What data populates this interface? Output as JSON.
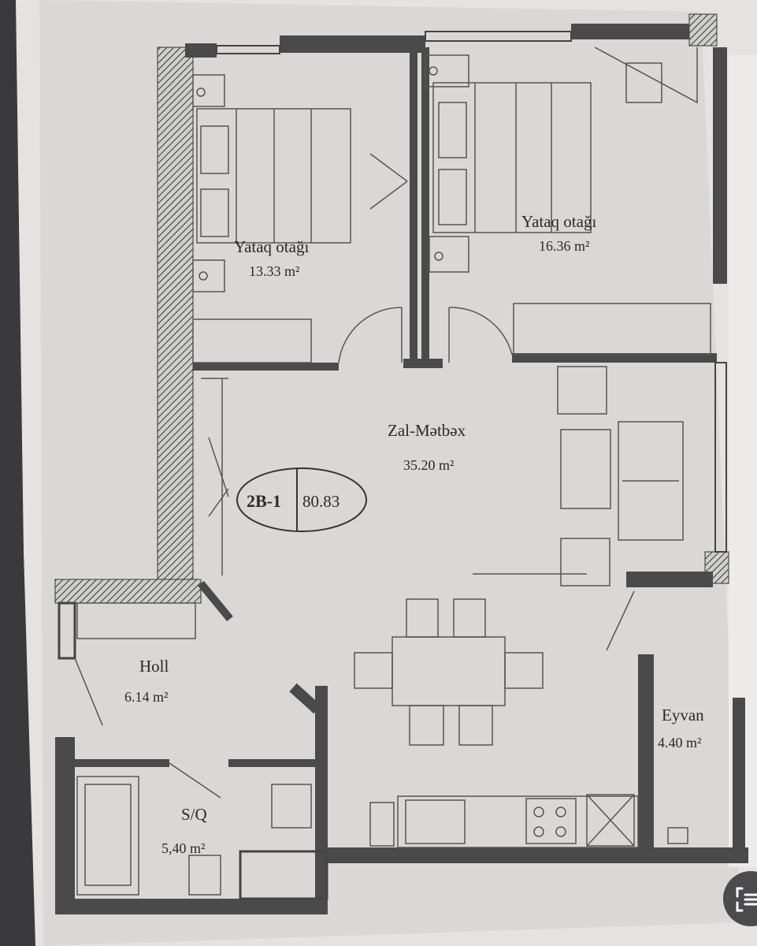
{
  "plan": {
    "unit_code": "2B-1",
    "total_area": "80.83",
    "rooms": [
      {
        "name": "Yataq otağı",
        "area": "13.33 m²"
      },
      {
        "name": "Yataq otağı",
        "area": "16.36 m²"
      },
      {
        "name": "Zal-Mətbəx",
        "area": "35.20 m²"
      },
      {
        "name": "Holl",
        "area": "6.14 m²"
      },
      {
        "name": "S/Q",
        "area": "5,40 m²"
      },
      {
        "name": "Eyvan",
        "area": "4.40 m²"
      }
    ]
  },
  "colors": {
    "paper": "#d9d8d4",
    "wall": "#4a4a4a",
    "line": "#555555"
  }
}
